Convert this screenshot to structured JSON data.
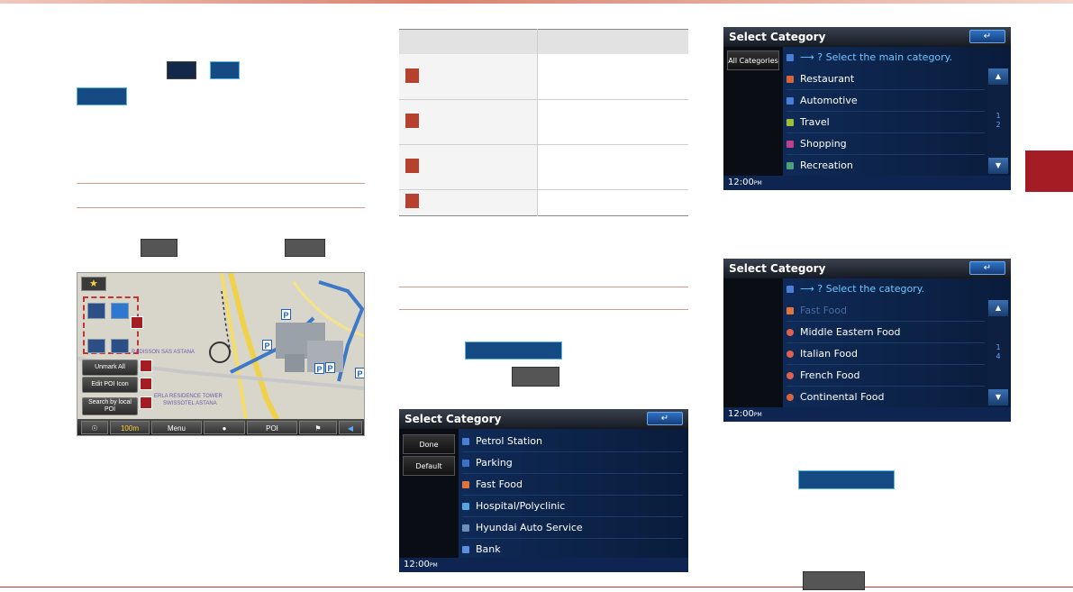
{
  "map_screen": {
    "labels": [
      "Unmark All",
      "Edit POI Icon",
      "Search by local POI"
    ],
    "toolbar": {
      "scale": "100m",
      "menu": "Menu",
      "poi": "POI"
    },
    "place_text": [
      "ERLA RESIDENCE TOWER",
      "SWISSOTEL ASTANA",
      "RADISSON SAS ASTANA"
    ]
  },
  "screen_a": {
    "title": "Select Category",
    "back": "↵",
    "left_buttons": [
      "Done",
      "Default"
    ],
    "items": [
      {
        "label": "Petrol Station",
        "color": "#4a7fd6"
      },
      {
        "label": "Parking",
        "color": "#3d6fc7"
      },
      {
        "label": "Fast Food",
        "color": "#e2733b"
      },
      {
        "label": "Hospital/Polyclinic",
        "color": "#55a5e0"
      },
      {
        "label": "Hyundai Auto Service",
        "color": "#6b8fb8"
      },
      {
        "label": "Bank",
        "color": "#5a8ee0"
      }
    ],
    "time": "12:00",
    "ampm": "PM"
  },
  "screen_b": {
    "title": "Select Category",
    "back": "↵",
    "left_button": "All Categories",
    "crumb": "? Select the main category.",
    "items": [
      {
        "label": "Restaurant",
        "color": "#d9643a"
      },
      {
        "label": "Automotive",
        "color": "#4a7fd6"
      },
      {
        "label": "Travel",
        "color": "#9dbf3a"
      },
      {
        "label": "Shopping",
        "color": "#c0408f"
      },
      {
        "label": "Recreation",
        "color": "#4aa07a"
      }
    ],
    "page_current": "1",
    "page_total": "2",
    "time": "12:00",
    "ampm": "PM"
  },
  "screen_c": {
    "title": "Select Category",
    "back": "↵",
    "crumb": "? Select the category.",
    "items": [
      {
        "label": "Fast Food",
        "color": "#e2733b",
        "dim": true
      },
      {
        "label": "Middle Eastern Food",
        "color": "#e06050"
      },
      {
        "label": "Italian Food",
        "color": "#e06050"
      },
      {
        "label": "French Food",
        "color": "#e06050"
      },
      {
        "label": "Continental Food",
        "color": "#d9643a"
      }
    ],
    "page_current": "1",
    "page_total": "4",
    "time": "12:00",
    "ampm": "PM"
  },
  "colors": {
    "accent_red": "#a51d24",
    "navy": "#14284a",
    "screen_bg": "#0a1630"
  }
}
